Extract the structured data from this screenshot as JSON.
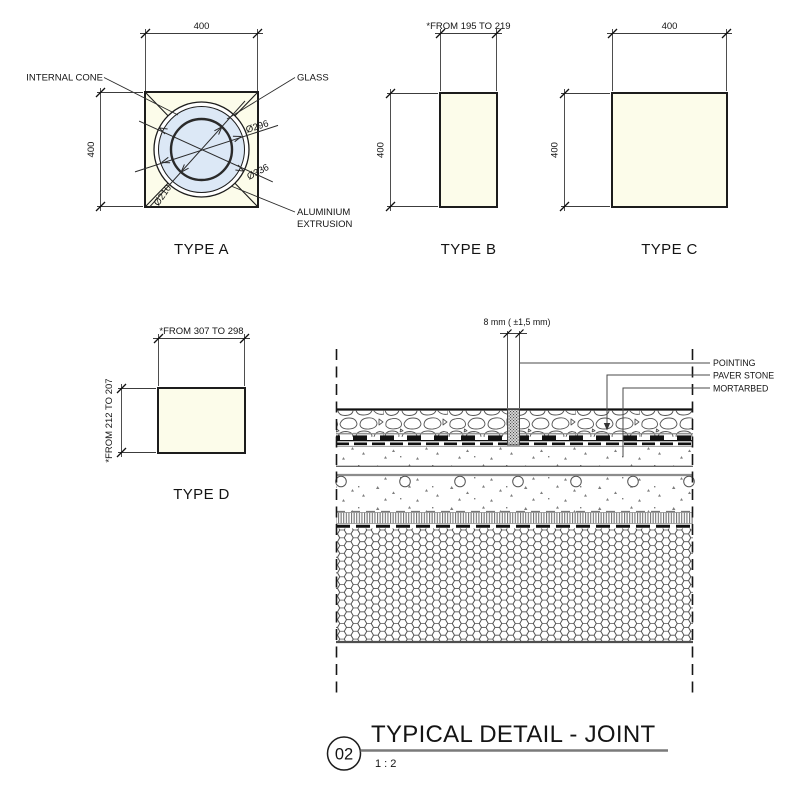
{
  "types": [
    {
      "name": "TYPE A",
      "dim_width": "400",
      "dim_height": "400",
      "labels": {
        "internal_cone": "INTERNAL CONE",
        "glass": "GLASS",
        "aluminium_1": "ALUMINIUM",
        "aluminium_2": "EXTRUSION"
      },
      "diameters": {
        "d296": "Ø296",
        "d336": "Ø336",
        "d210": "Ø210"
      }
    },
    {
      "name": "TYPE B",
      "dim_width": "*FROM 195 TO 219",
      "dim_height": "400"
    },
    {
      "name": "TYPE C",
      "dim_width": "400",
      "dim_height": "400"
    },
    {
      "name": "TYPE D",
      "dim_width": "*FROM 307 TO 298",
      "dim_height": "*FROM 212 TO 207"
    }
  ],
  "joint": {
    "gap_dim": "8 mm ( ±1,5 mm)",
    "callouts": {
      "pointing": "POINTING",
      "paver_stone": "PAVER STONE",
      "mortarbed": "MORTARBED"
    }
  },
  "title_block": {
    "number": "02",
    "title": "TYPICAL DETAIL - JOINT",
    "scale": "1 : 2"
  },
  "colors": {
    "panel_fill": "#FCFCEA",
    "glass_fill": "#DCE8F6",
    "line": "#1C1C1C",
    "dim": "#3C3C3C",
    "gray": "#8C8C8C"
  }
}
